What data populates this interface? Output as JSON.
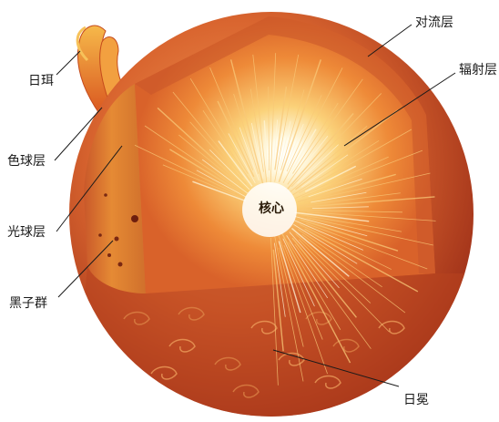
{
  "labels": {
    "prominence": "日珥",
    "chromosphere": "色球层",
    "photosphere": "光球层",
    "sunspots": "黑子群",
    "convection_zone": "对流层",
    "radiative_zone": "辐射层",
    "core": "核心",
    "corona": "日冕"
  },
  "colors": {
    "surface_dark": "#a8321a",
    "surface_mid": "#d45a2a",
    "surface_light": "#f08a4a",
    "photosphere": "#e3892e",
    "radiative_inner": "#fff4c4",
    "radiative_outer": "#e6752c",
    "core_glow": "#ffffff",
    "leader_line": "#1a1a1a"
  }
}
